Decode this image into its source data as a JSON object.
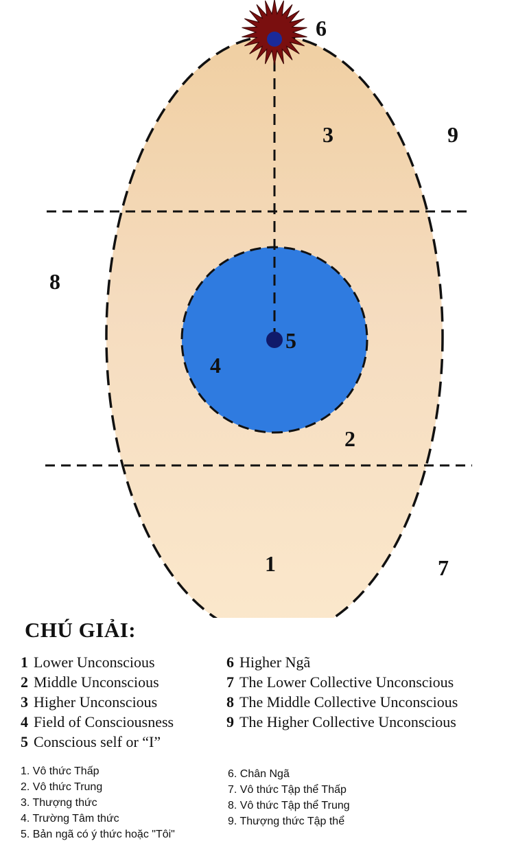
{
  "diagram": {
    "region_labels": [
      "1",
      "2",
      "3",
      "4",
      "5",
      "6",
      "7",
      "8",
      "9"
    ],
    "colors": {
      "egg_top": "#f0cfa2",
      "egg_bottom": "#fbe8cc",
      "consciousness_field": "#2f7be0",
      "self_point": "#101a6b",
      "star_outer": "#7a0f0f",
      "star_core": "#1a2a9a",
      "line": "#111111"
    }
  },
  "legend": {
    "title": "CHÚ GIẢI:",
    "english_left": [
      {
        "num": "1",
        "text": "Lower Unconscious"
      },
      {
        "num": "2",
        "text": "Middle Unconscious"
      },
      {
        "num": "3",
        "text": "Higher Unconscious"
      },
      {
        "num": "4",
        "text": "Field of Consciousness"
      },
      {
        "num": "5",
        "text": "Conscious self or “I”"
      }
    ],
    "english_right": [
      {
        "num": "6",
        "text": "Higher Ngã"
      },
      {
        "num": "7",
        "text": "The Lower Collective Unconscious"
      },
      {
        "num": "8",
        "text": "The Middle Collective Unconscious"
      },
      {
        "num": "9",
        "text": "The Higher Collective Unconscious"
      }
    ],
    "vietnamese_left": [
      "1. Vô thức Thấp",
      "2. Vô thức Trung",
      "3. Thượng thức",
      "4. Trường Tâm thức",
      "5. Bản ngã có ý thức hoặc \"Tôi\""
    ],
    "vietnamese_right": [
      "6. Chân Ngã",
      "7. Vô thức Tập thể Thấp",
      "8. Vô thức Tập thể Trung",
      "9. Thượng thức Tập thể"
    ]
  }
}
